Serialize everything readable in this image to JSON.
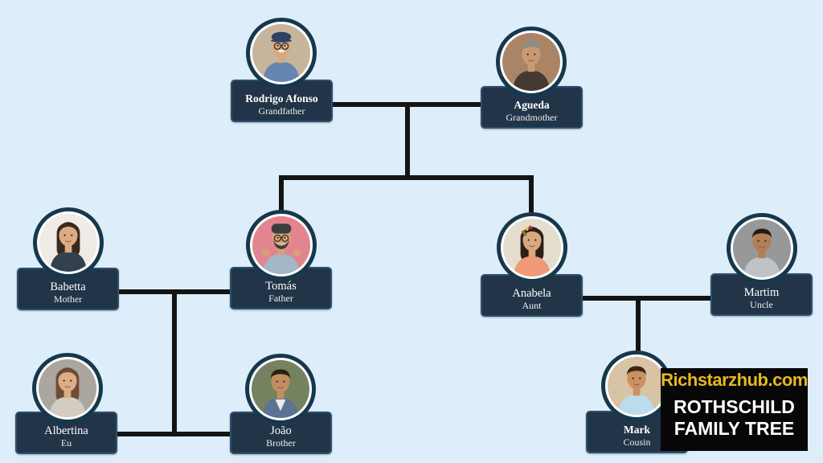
{
  "canvas": {
    "background_color": "#ddeefa",
    "connector_color": "#141414",
    "card_color": "#223447",
    "card_border_color": "#2d506e",
    "photo_ring_color": "#16384d"
  },
  "watermark": {
    "site": "Richstarzhub.com",
    "site_color": "#E7B91C",
    "title_line1": "ROTHSCHILD",
    "title_line2": "FAMILY TREE",
    "background_color": "#070707",
    "title_color": "#ffffff"
  },
  "people": [
    {
      "name": "Rodrigo Afonso",
      "relation": "Grandfather",
      "bold": true,
      "avatar": {
        "bg": "#c7b59b",
        "skin": "#d9a87d",
        "hair": "#2f4162",
        "shirt": "#6586b2",
        "accessories": [
          "flatcap",
          "glasses",
          "mustache"
        ]
      }
    },
    {
      "name": "Agueda",
      "relation": "Grandmother",
      "bold": true,
      "avatar": {
        "bg": "#a98566",
        "skin": "#c79a72",
        "hair": "#8d8c86",
        "shirt": "#453a33",
        "accessories": [
          "bun"
        ]
      }
    },
    {
      "name": "Babetta",
      "relation": "Mother",
      "bold": false,
      "avatar": {
        "bg": "#efece6",
        "skin": "#dcab83",
        "hair": "#38291f",
        "shirt": "#33414e",
        "accessories": [
          "longhair"
        ]
      }
    },
    {
      "name": "Tomás",
      "relation": "Father",
      "bold": false,
      "avatar": {
        "bg": "#e2858e",
        "skin": "#d7a177",
        "hair": "#3a3e3d",
        "shirt": "#a2b7c7",
        "accessories": [
          "beanie",
          "glasses",
          "beard",
          "fists"
        ]
      }
    },
    {
      "name": "Anabela",
      "relation": "Aunt",
      "bold": false,
      "avatar": {
        "bg": "#e4decf",
        "skin": "#d9a87e",
        "hair": "#2c2018",
        "shirt": "#ef9a76",
        "accessories": [
          "longhair",
          "flowers"
        ]
      }
    },
    {
      "name": "Martim",
      "relation": "Uncle",
      "bold": false,
      "avatar": {
        "bg": "#97989a",
        "skin": "#b37e55",
        "hair": "#241a12",
        "shirt": "#bfc3c7",
        "accessories": []
      }
    },
    {
      "name": "Albertina",
      "relation": "Eu",
      "bold": false,
      "avatar": {
        "bg": "#aba69e",
        "skin": "#dcae88",
        "hair": "#6d4c35",
        "shirt": "#d2ccc1",
        "accessories": [
          "longhair"
        ]
      }
    },
    {
      "name": "João",
      "relation": "Brother",
      "bold": false,
      "avatar": {
        "bg": "#75825f",
        "skin": "#c28d60",
        "hair": "#2b1e14",
        "shirt": "#5d7294",
        "accessories": [
          "tee"
        ]
      }
    },
    {
      "name": "Mark",
      "relation": "Cousin",
      "bold": true,
      "avatar": {
        "bg": "#d8c3a4",
        "skin": "#cb9161",
        "hair": "#3c2517",
        "shirt": "#badcec",
        "accessories": []
      }
    }
  ]
}
